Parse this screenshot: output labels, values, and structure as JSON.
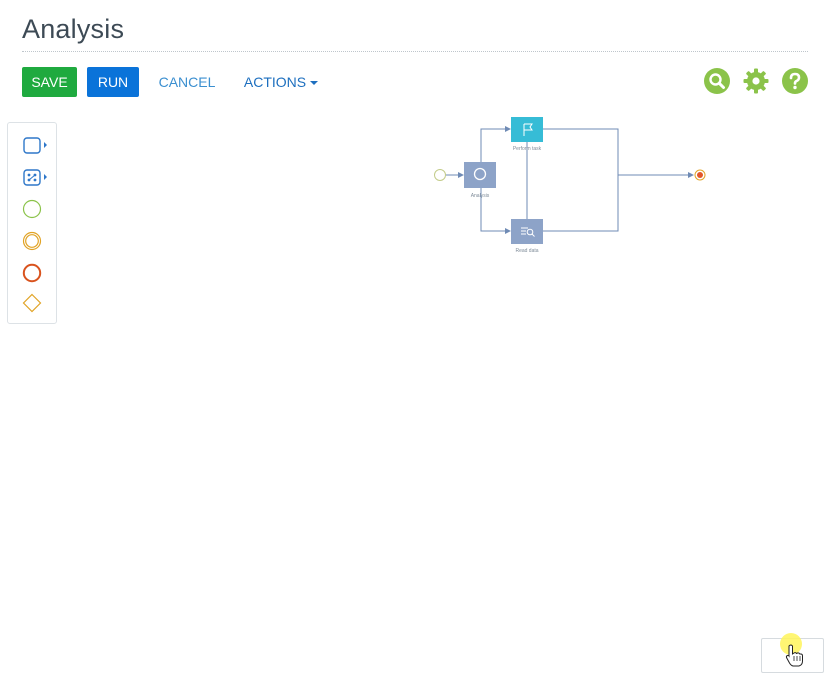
{
  "page": {
    "title": "Analysis"
  },
  "toolbar": {
    "save_label": "SAVE",
    "run_label": "RUN",
    "cancel_label": "CANCEL",
    "actions_label": "ACTIONS"
  },
  "header_icons": [
    "search-icon",
    "settings-icon",
    "help-icon"
  ],
  "palette": {
    "items": [
      "user-task",
      "script-task",
      "start-event",
      "intermediate-event",
      "end-event",
      "gateway"
    ]
  },
  "diagram": {
    "nodes": {
      "analysis": "Analysis",
      "perform_task": "Perform task",
      "read_data": "Read data"
    }
  },
  "colors": {
    "save": "#1faa3f",
    "run": "#0a73d9",
    "icon_green": "#8bc34a",
    "task_blue": "#8da3c8",
    "task_teal": "#36bcd6",
    "flow_line": "#6f8bb5"
  }
}
